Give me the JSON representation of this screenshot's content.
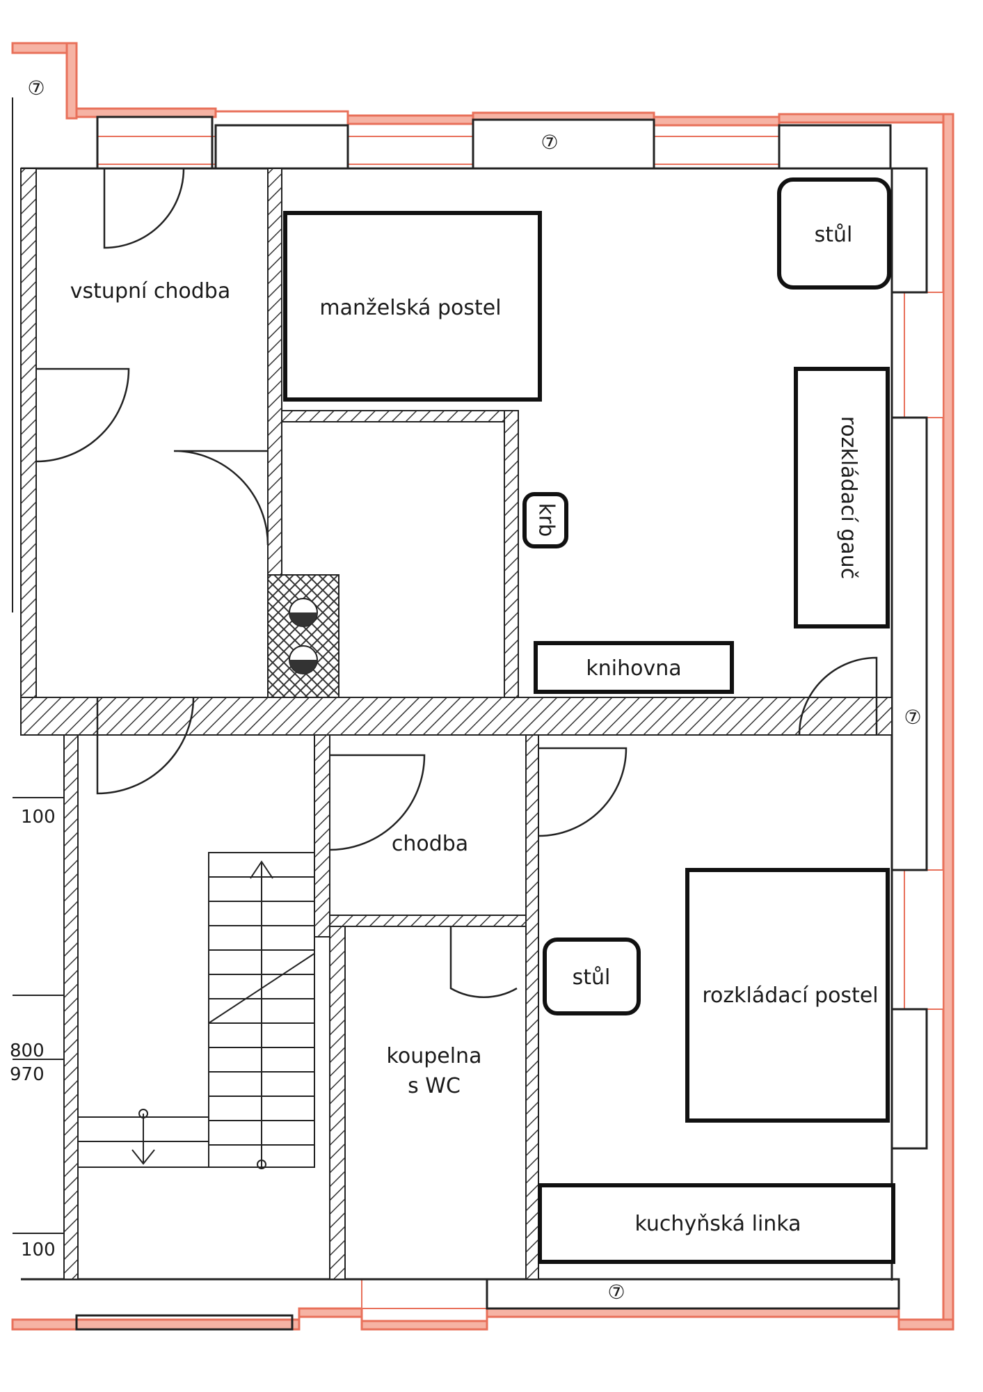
{
  "colors": {
    "outer_wall": "#e8705a",
    "outer_wall_fill": "#f6b3a4",
    "wall": "#222222",
    "furniture": "#111111"
  },
  "rooms": {
    "entrance_hall": "vstupní chodba",
    "corridor": "chodba",
    "bathroom_line1": "koupelna",
    "bathroom_line2": "s WC"
  },
  "furniture": {
    "double_bed": "manželská postel",
    "table_top": "stůl",
    "sofa_bed": "rozkládací gauč",
    "fireplace": "krb",
    "bookcase": "knihovna",
    "table_bottom": "stůl",
    "folding_bed": "rozkládací postel",
    "kitchen_unit": "kuchyňská linka"
  },
  "markers": {
    "top_left": "⑦",
    "top_middle": "⑦",
    "right": "⑦",
    "bottom": "⑦"
  },
  "dimensions": {
    "d1": "100",
    "d2": "800",
    "d3": "970",
    "d4": "100"
  }
}
